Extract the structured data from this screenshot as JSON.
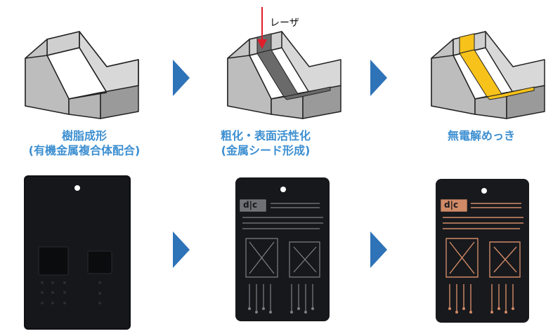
{
  "steps": [
    {
      "line1": "樹脂成形",
      "line2": "(有機金属複合体配合)"
    },
    {
      "line1": "粗化・表面活性化",
      "line2": "(金属シード形成)"
    },
    {
      "line1": "無電解めっき",
      "line2": ""
    }
  ],
  "laser_label": "レーザ",
  "logo_text": "d|c",
  "colors": {
    "caption": "#3d8fd1",
    "arrow": "#2e73b8",
    "laser": "#e11d2a",
    "plating": "#f7c21a",
    "copper": "#d08a66"
  }
}
